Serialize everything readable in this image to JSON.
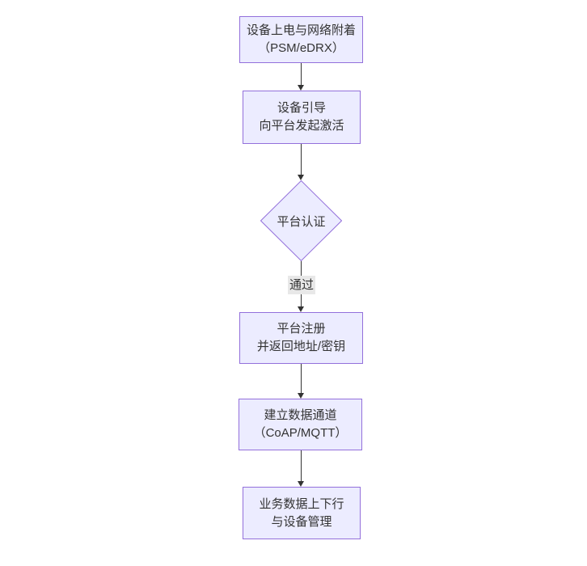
{
  "diagram": {
    "type": "flowchart",
    "direction": "top-to-bottom",
    "nodes": [
      {
        "id": "A",
        "shape": "rect",
        "lines": [
          "设备上电与网络附着",
          "（PSM/eDRX）"
        ]
      },
      {
        "id": "B",
        "shape": "rect",
        "lines": [
          "设备引导",
          "向平台发起激活"
        ]
      },
      {
        "id": "C",
        "shape": "diamond",
        "lines": [
          "平台认证"
        ]
      },
      {
        "id": "D",
        "shape": "rect",
        "lines": [
          "平台注册",
          "并返回地址/密钥"
        ]
      },
      {
        "id": "E",
        "shape": "rect",
        "lines": [
          "建立数据通道",
          "（CoAP/MQTT）"
        ]
      },
      {
        "id": "F",
        "shape": "rect",
        "lines": [
          "业务数据上下行",
          "与设备管理"
        ]
      }
    ],
    "edges": [
      {
        "from": "A",
        "to": "B",
        "label": ""
      },
      {
        "from": "B",
        "to": "C",
        "label": ""
      },
      {
        "from": "C",
        "to": "D",
        "label": "通过"
      },
      {
        "from": "D",
        "to": "E",
        "label": ""
      },
      {
        "from": "E",
        "to": "F",
        "label": ""
      }
    ],
    "colors": {
      "node_fill": "#ECECFF",
      "node_border": "#9370DB",
      "edge_line": "#333333",
      "text": "#333333",
      "edge_label_bg": "#e8e8e8",
      "background": "#ffffff"
    }
  }
}
